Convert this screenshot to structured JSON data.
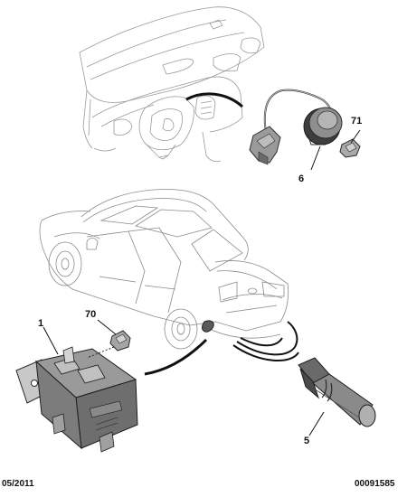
{
  "callouts": {
    "p71": "71",
    "p6": "6",
    "p1": "1",
    "p70": "70",
    "p5": "5"
  },
  "footer": {
    "date": "05/2011",
    "reference": "00091585"
  },
  "colors": {
    "line": "#3a3a3a",
    "light_line": "#9a9a9a",
    "part_fill": "#8a8a8a",
    "part_dark": "#4a4a4a"
  },
  "icons": [
    "dashboard-illustration",
    "buzzer-icon",
    "car-illustration",
    "control-unit-icon",
    "parking-sensor-icon",
    "clip-icon"
  ]
}
